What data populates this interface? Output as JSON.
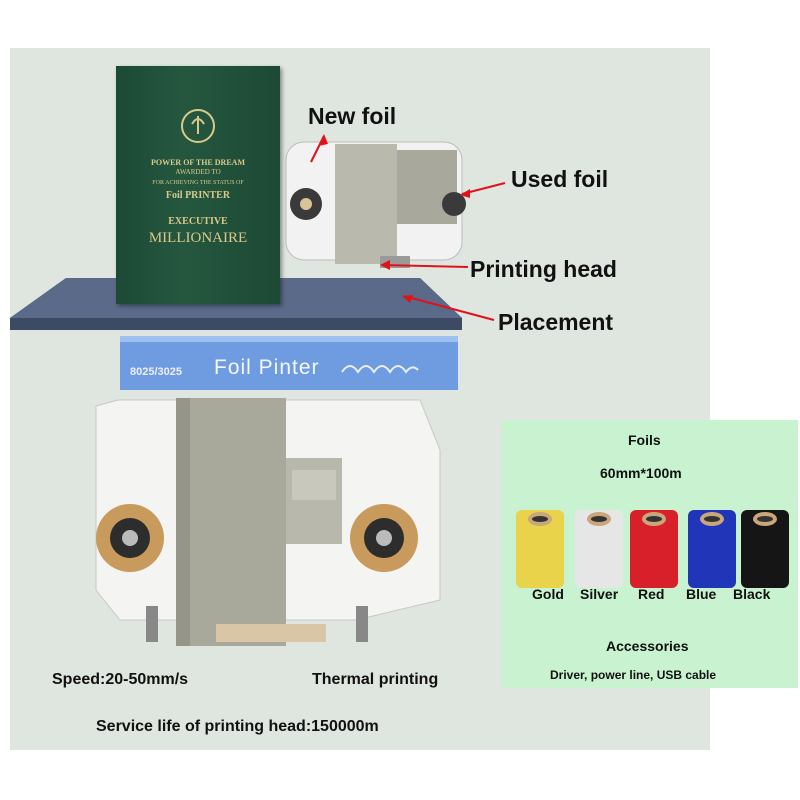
{
  "labels": {
    "new_foil": "New foil",
    "used_foil": "Used foil",
    "printing_head": "Printing head",
    "placement": "Placement"
  },
  "book": {
    "line1": "POWER OF THE DREAM",
    "line2": "AWARDED TO",
    "line3": "FOR ACHIEVING THE STATUS OF",
    "line4": "Foil PRINTER",
    "line5": "EXECUTIVE",
    "line6": "MILLIONAIRE"
  },
  "machine": {
    "model": "8025/3025",
    "name": "Foil Pinter"
  },
  "specs": {
    "speed": "Speed:20-50mm/s",
    "thermal": "Thermal printing",
    "service_life": "Service life of printing head:150000m"
  },
  "foils": {
    "title": "Foils",
    "size": "60mm*100m",
    "colors": [
      {
        "name": "Gold",
        "hex": "#e8d34a"
      },
      {
        "name": "Silver",
        "hex": "#e6e6e6"
      },
      {
        "name": "Red",
        "hex": "#d8202a"
      },
      {
        "name": "Blue",
        "hex": "#2035b8"
      },
      {
        "name": "Black",
        "hex": "#151515"
      }
    ],
    "accessories_title": "Accessories",
    "accessories_text": "Driver, power line, USB cable"
  },
  "colors": {
    "arrow": "#e0121a",
    "panel_bg": "#dfe5df",
    "foils_bg": "#c9f3d0"
  }
}
